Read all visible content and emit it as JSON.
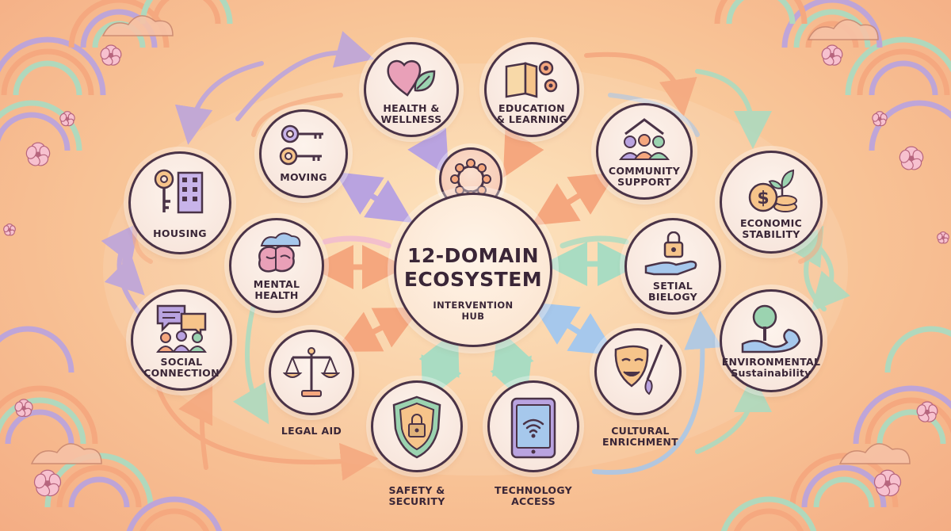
{
  "title_line1": "12-DOMAIN",
  "title_line2": "ECOSYSTEM",
  "hub_subtitle": "INTERVENTION\nHUB",
  "domains": {
    "health": "HEALTH &\nWELLNESS",
    "education": "EDUCATION\n& LEARNING",
    "moving": "MOVING",
    "community": "COMMUNITY\nSUPPORT",
    "housing": "HOUSING",
    "economic": "ECONOMIC\nSTABILITY",
    "mental": "MENTAL\nHEALTH",
    "setial": "SETIAL\nBIELOGY",
    "social": "SOCIAL\nCONNECTION",
    "environmental": "ENVIRONMENTAL\nSustainability",
    "legal": "LEGAL AID",
    "cultural": "CULTURAL\nENRICHMENT",
    "safety": "SAFETY &\nSECURITY",
    "technology": "TECHNOLOGY\nACCESS"
  },
  "colors": {
    "outline": "#4a3347",
    "purple": "#b9a3e0",
    "green": "#a9dcc2",
    "orange": "#f5a77e",
    "blue": "#a6c8ec"
  }
}
